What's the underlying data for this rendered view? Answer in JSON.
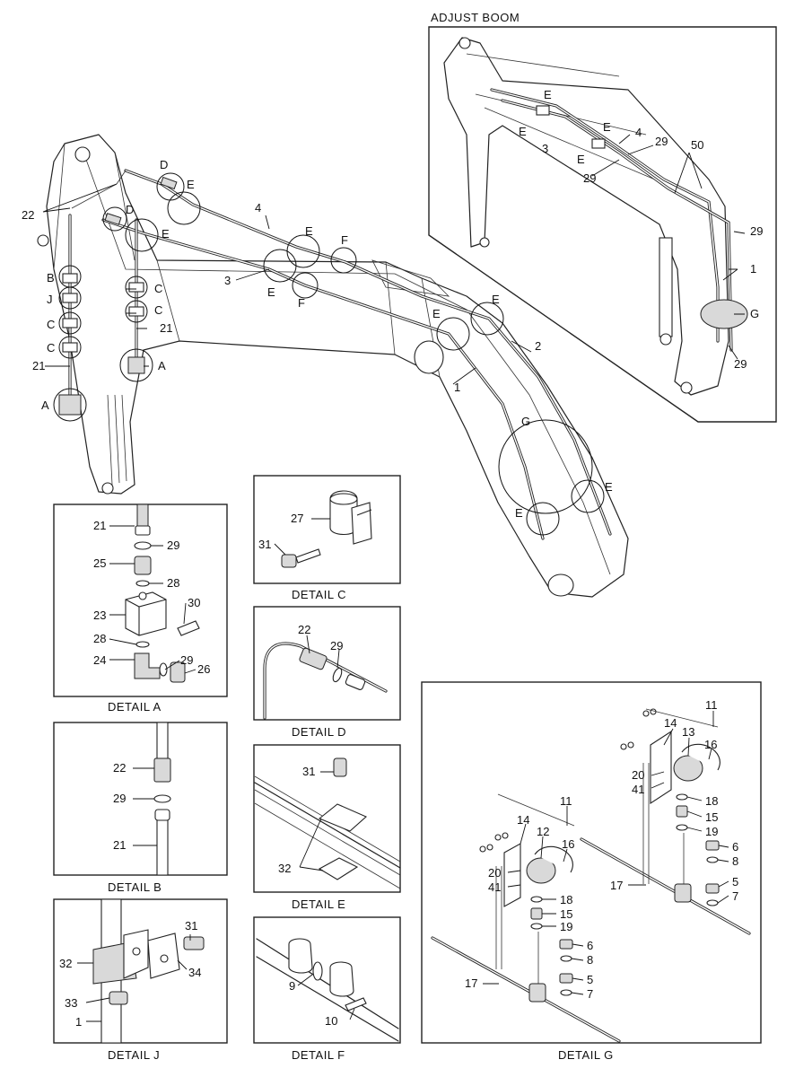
{
  "titles": {
    "adjust_boom": "ADJUST BOOM",
    "detail_a": "DETAIL  A",
    "detail_b": "DETAIL  B",
    "detail_j": "DETAIL  J",
    "detail_c": "DETAIL  C",
    "detail_d": "DETAIL  D",
    "detail_e": "DETAIL  E",
    "detail_f": "DETAIL  F",
    "detail_g": "DETAIL  G"
  },
  "labels": {
    "n1": "1",
    "n2": "2",
    "n3": "3",
    "n4": "4",
    "n5": "5",
    "n6": "6",
    "n7": "7",
    "n8": "8",
    "n9": "9",
    "n10": "10",
    "n11": "11",
    "n12": "12",
    "n13": "13",
    "n14": "14",
    "n15": "15",
    "n16": "16",
    "n17": "17",
    "n18": "18",
    "n19": "19",
    "n20": "20",
    "n21": "21",
    "n22": "22",
    "n23": "23",
    "n24": "24",
    "n25": "25",
    "n26": "26",
    "n27": "27",
    "n28": "28",
    "n29": "29",
    "n30": "30",
    "n31": "31",
    "n32": "32",
    "n33": "33",
    "n34": "34",
    "n41": "41",
    "n50": "50",
    "A": "A",
    "B": "B",
    "C": "C",
    "D": "D",
    "E": "E",
    "F": "F",
    "G": "G",
    "J": "J"
  }
}
